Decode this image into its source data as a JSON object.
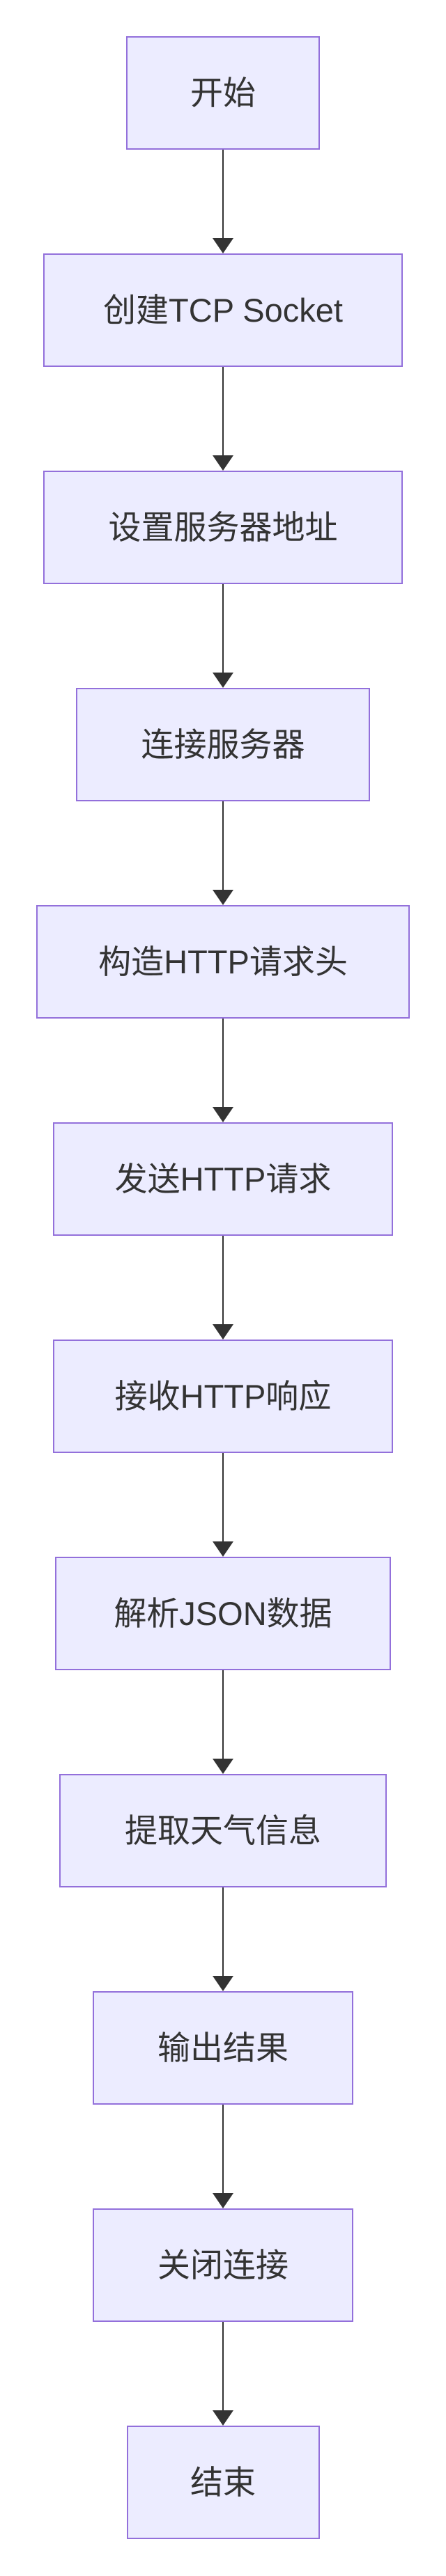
{
  "diagram": {
    "type": "flowchart",
    "direction": "top-down",
    "nodes": [
      {
        "label": "开始"
      },
      {
        "label": "创建TCP Socket"
      },
      {
        "label": "设置服务器地址"
      },
      {
        "label": "连接服务器"
      },
      {
        "label": "构造HTTP请求头"
      },
      {
        "label": "发送HTTP请求"
      },
      {
        "label": "接收HTTP响应"
      },
      {
        "label": "解析JSON数据"
      },
      {
        "label": "提取天气信息"
      },
      {
        "label": "输出结果"
      },
      {
        "label": "关闭连接"
      },
      {
        "label": "结束"
      }
    ],
    "edges": [
      {
        "from": "开始",
        "to": "创建TCP Socket"
      },
      {
        "from": "创建TCP Socket",
        "to": "设置服务器地址"
      },
      {
        "from": "设置服务器地址",
        "to": "连接服务器"
      },
      {
        "from": "连接服务器",
        "to": "构造HTTP请求头"
      },
      {
        "from": "构造HTTP请求头",
        "to": "发送HTTP请求"
      },
      {
        "from": "发送HTTP请求",
        "to": "接收HTTP响应"
      },
      {
        "from": "接收HTTP响应",
        "to": "解析JSON数据"
      },
      {
        "from": "解析JSON数据",
        "to": "提取天气信息"
      },
      {
        "from": "提取天气信息",
        "to": "输出结果"
      },
      {
        "from": "输出结果",
        "to": "关闭连接"
      },
      {
        "from": "关闭连接",
        "to": "结束"
      }
    ],
    "colors": {
      "node_fill": "#ECECFF",
      "node_border": "#9370DB",
      "node_text": "#333333",
      "arrow": "#333333",
      "background": "#FFFFFF"
    }
  }
}
